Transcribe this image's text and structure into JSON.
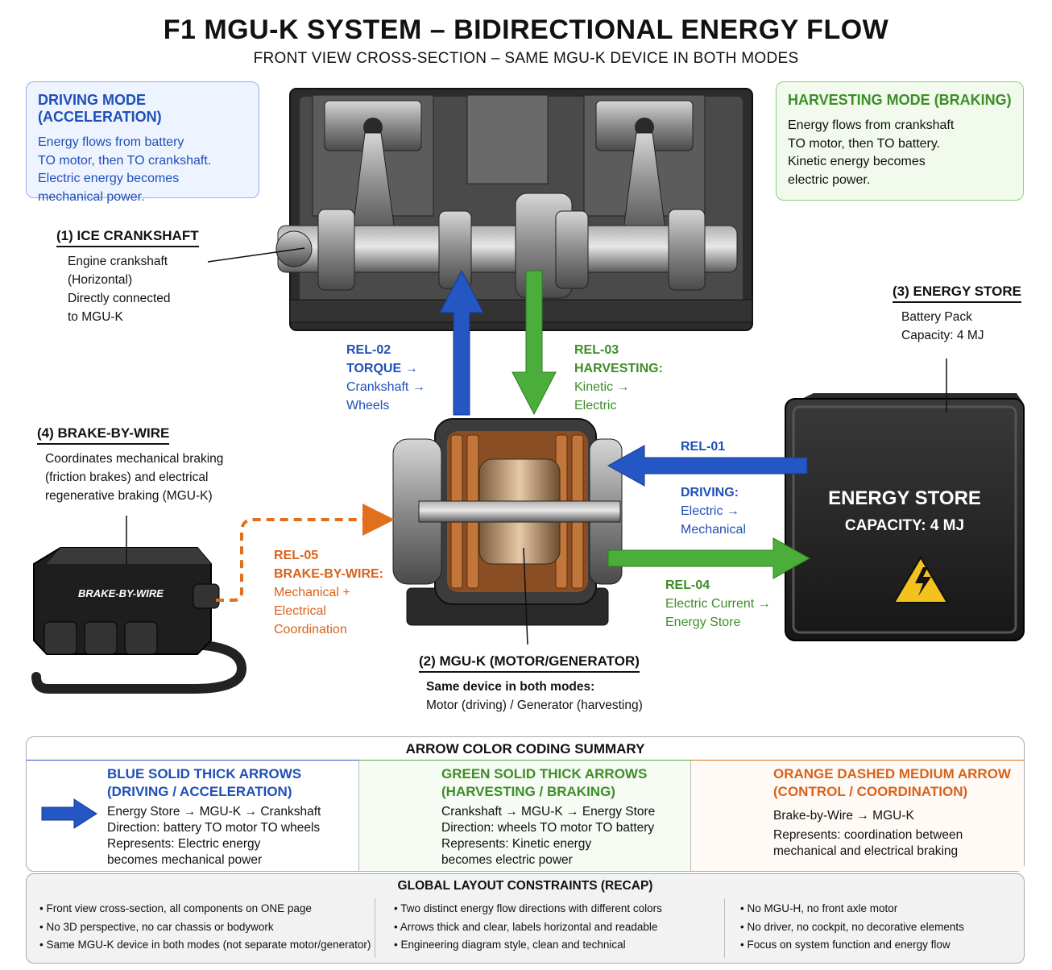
{
  "title": "F1 MGU-K SYSTEM – BIDIRECTIONAL ENERGY FLOW",
  "subtitle": "FRONT VIEW CROSS-SECTION – SAME MGU-K DEVICE IN BOTH MODES",
  "driving_mode": {
    "heading": "DRIVING MODE (ACCELERATION)",
    "lines": [
      "Energy flows from battery",
      "TO motor, then TO crankshaft.",
      "Electric energy becomes",
      "mechanical power."
    ]
  },
  "harvesting_mode": {
    "heading": "HARVESTING MODE (BRAKING)",
    "lines": [
      "Energy flows from crankshaft",
      "TO motor, then TO battery.",
      "Kinetic energy becomes",
      "electric power."
    ]
  },
  "components": {
    "crankshaft": {
      "heading": "(1) ICE CRANKSHAFT",
      "lines": [
        "Engine crankshaft",
        "(Horizontal)",
        "Directly connected",
        "to MGU-K"
      ]
    },
    "mguk": {
      "heading": "(2) MGU-K (MOTOR/GENERATOR)",
      "line1": "Same device in both modes:",
      "line2": "Motor (driving) / Generator (harvesting)"
    },
    "energy_store": {
      "heading": "(3) ENERGY STORE",
      "lines": [
        "Battery Pack",
        "Capacity: 4 MJ"
      ],
      "box_title": "ENERGY STORE",
      "box_sub": "CAPACITY: 4 MJ"
    },
    "brake_by_wire": {
      "heading": "(4) BRAKE-BY-WIRE",
      "lines": [
        "Coordinates mechanical braking",
        "(friction brakes) and electrical",
        "regenerative braking (MGU-K)"
      ],
      "box_label": "BRAKE-BY-WIRE"
    }
  },
  "relations": {
    "rel01": {
      "id": "REL-01",
      "lines": [
        "DRIVING:",
        "Electric →",
        "Mechanical"
      ]
    },
    "rel02": {
      "id": "REL-02",
      "lines": [
        "TORQUE →",
        "Crankshaft →",
        "Wheels"
      ]
    },
    "rel03": {
      "id": "REL-03",
      "lines": [
        "HARVESTING:",
        "Kinetic →",
        "Electric"
      ]
    },
    "rel04": {
      "id": "REL-04",
      "lines": [
        "Electric Current →",
        "Energy Store"
      ]
    },
    "rel05": {
      "id": "REL-05",
      "lines": [
        "BRAKE-BY-WIRE:",
        "Mechanical +",
        "Electrical",
        "Coordination"
      ]
    }
  },
  "summary": {
    "title": "ARROW COLOR CODING SUMMARY",
    "blue": {
      "heading1": "BLUE SOLID THICK ARROWS",
      "heading2": "(DRIVING / ACCELERATION)",
      "lines": [
        "Energy Store → MGU-K → Crankshaft",
        "Direction: battery TO motor TO wheels",
        "Represents: Electric energy",
        "becomes mechanical power"
      ]
    },
    "green": {
      "heading1": "GREEN SOLID THICK ARROWS",
      "heading2": "(HARVESTING / BRAKING)",
      "lines": [
        "Crankshaft → MGU-K → Energy Store",
        "Direction: wheels TO motor TO battery",
        "Represents: Kinetic energy",
        "becomes electric power"
      ]
    },
    "orange": {
      "heading1": "ORANGE DASHED MEDIUM ARROW",
      "heading2": "(CONTROL / COORDINATION)",
      "lines": [
        "Brake-by-Wire → MGU-K",
        "Represents: coordination between",
        "mechanical and electrical braking"
      ]
    }
  },
  "constraints": {
    "title": "GLOBAL LAYOUT CONSTRAINTS (RECAP)",
    "col1": [
      "Front view cross-section, all components on ONE page",
      "No 3D perspective, no car chassis or bodywork",
      "Same MGU-K device in both modes (not separate motor/generator)"
    ],
    "col2": [
      "Two distinct energy flow directions with different colors",
      "Arrows thick and clear, labels horizontal and readable",
      "Engineering diagram style, clean and technical"
    ],
    "col3": [
      "No MGU-H, no front axle motor",
      "No driver, no cockpit, no decorative elements",
      "Focus on system function and energy flow"
    ]
  },
  "colors": {
    "blue": "#2456c4",
    "green": "#4cae3a",
    "orange": "#e0701e"
  }
}
